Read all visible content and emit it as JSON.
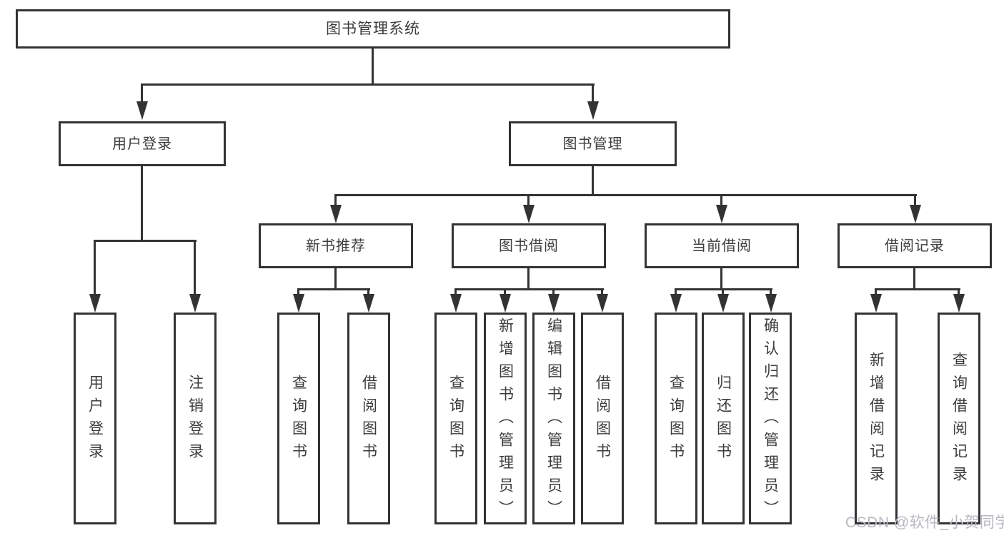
{
  "diagram": {
    "type": "tree",
    "root": {
      "label": "图书管理系统"
    },
    "level2": [
      {
        "label": "用户登录",
        "parent": "图书管理系统"
      },
      {
        "label": "图书管理",
        "parent": "图书管理系统"
      }
    ],
    "level3": [
      {
        "label": "新书推荐",
        "parent": "图书管理"
      },
      {
        "label": "图书借阅",
        "parent": "图书管理"
      },
      {
        "label": "当前借阅",
        "parent": "图书管理"
      },
      {
        "label": "借阅记录",
        "parent": "图书管理"
      }
    ],
    "leaves": [
      {
        "label": "用户登录",
        "parent": "用户登录"
      },
      {
        "label": "注销登录",
        "parent": "用户登录"
      },
      {
        "label": "查询图书",
        "parent": "新书推荐"
      },
      {
        "label": "借阅图书",
        "parent": "新书推荐"
      },
      {
        "label": "查询图书",
        "parent": "图书借阅"
      },
      {
        "label": "新增图书（管理员）",
        "parent": "图书借阅"
      },
      {
        "label": "编辑图书（管理员）",
        "parent": "图书借阅"
      },
      {
        "label": "借阅图书",
        "parent": "图书借阅"
      },
      {
        "label": "查询图书",
        "parent": "当前借阅"
      },
      {
        "label": "归还图书",
        "parent": "当前借阅"
      },
      {
        "label": "确认归还（管理员）",
        "parent": "当前借阅"
      },
      {
        "label": "新增借阅记录",
        "parent": "借阅记录"
      },
      {
        "label": "查询借阅记录",
        "parent": "借阅记录"
      }
    ]
  },
  "watermark": {
    "text": "CSDN @软件_小贺同学"
  },
  "colors": {
    "line": "#333333",
    "text": "#3c3c3c",
    "background": "#ffffff",
    "watermark": "#b8b8c2"
  }
}
